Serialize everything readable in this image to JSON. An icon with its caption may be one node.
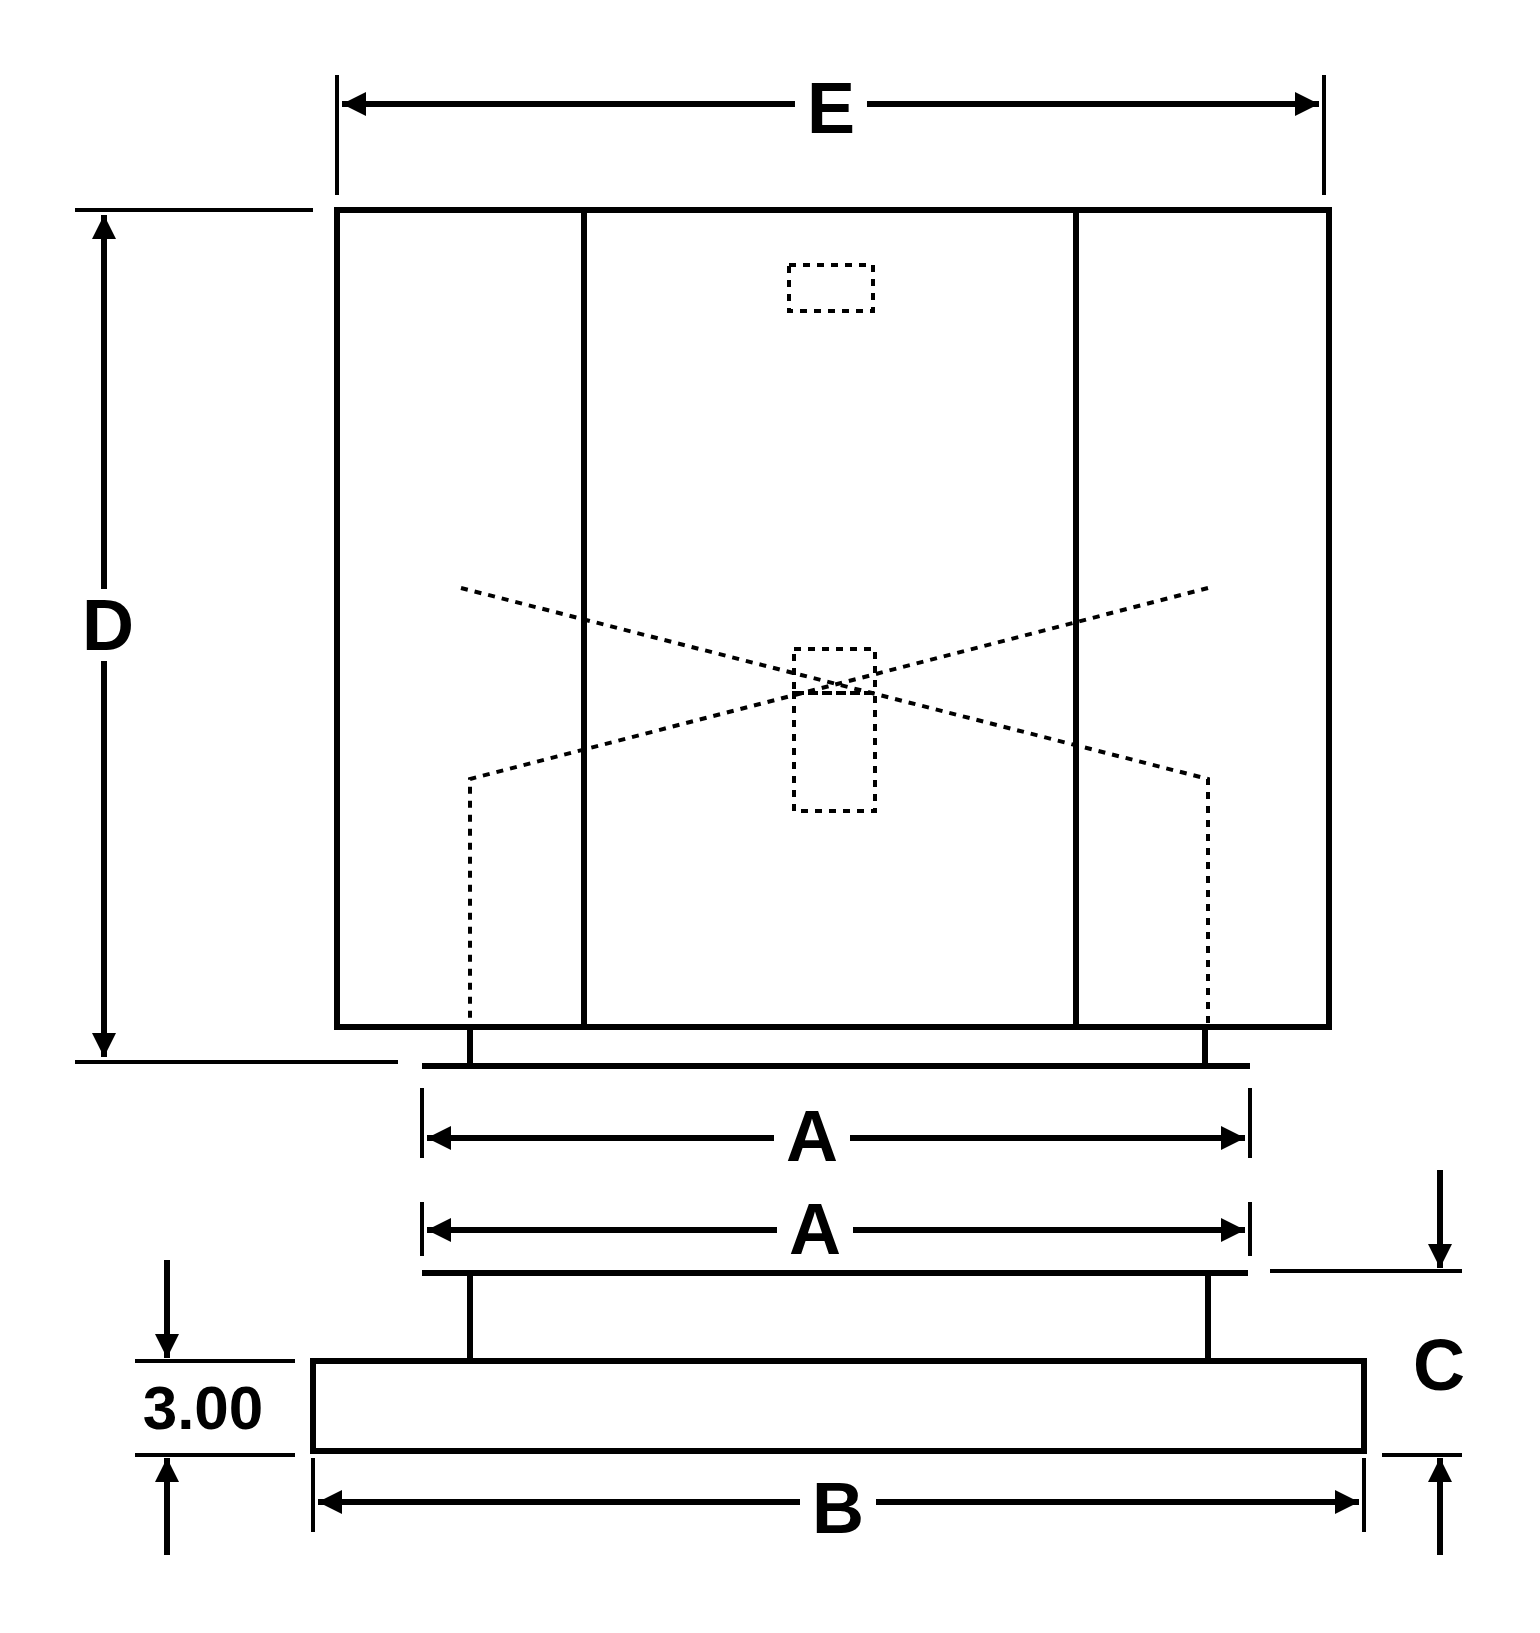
{
  "diagram": {
    "labels": [
      "E",
      "D",
      "A",
      "A",
      "C",
      "3.00",
      "B"
    ]
  }
}
